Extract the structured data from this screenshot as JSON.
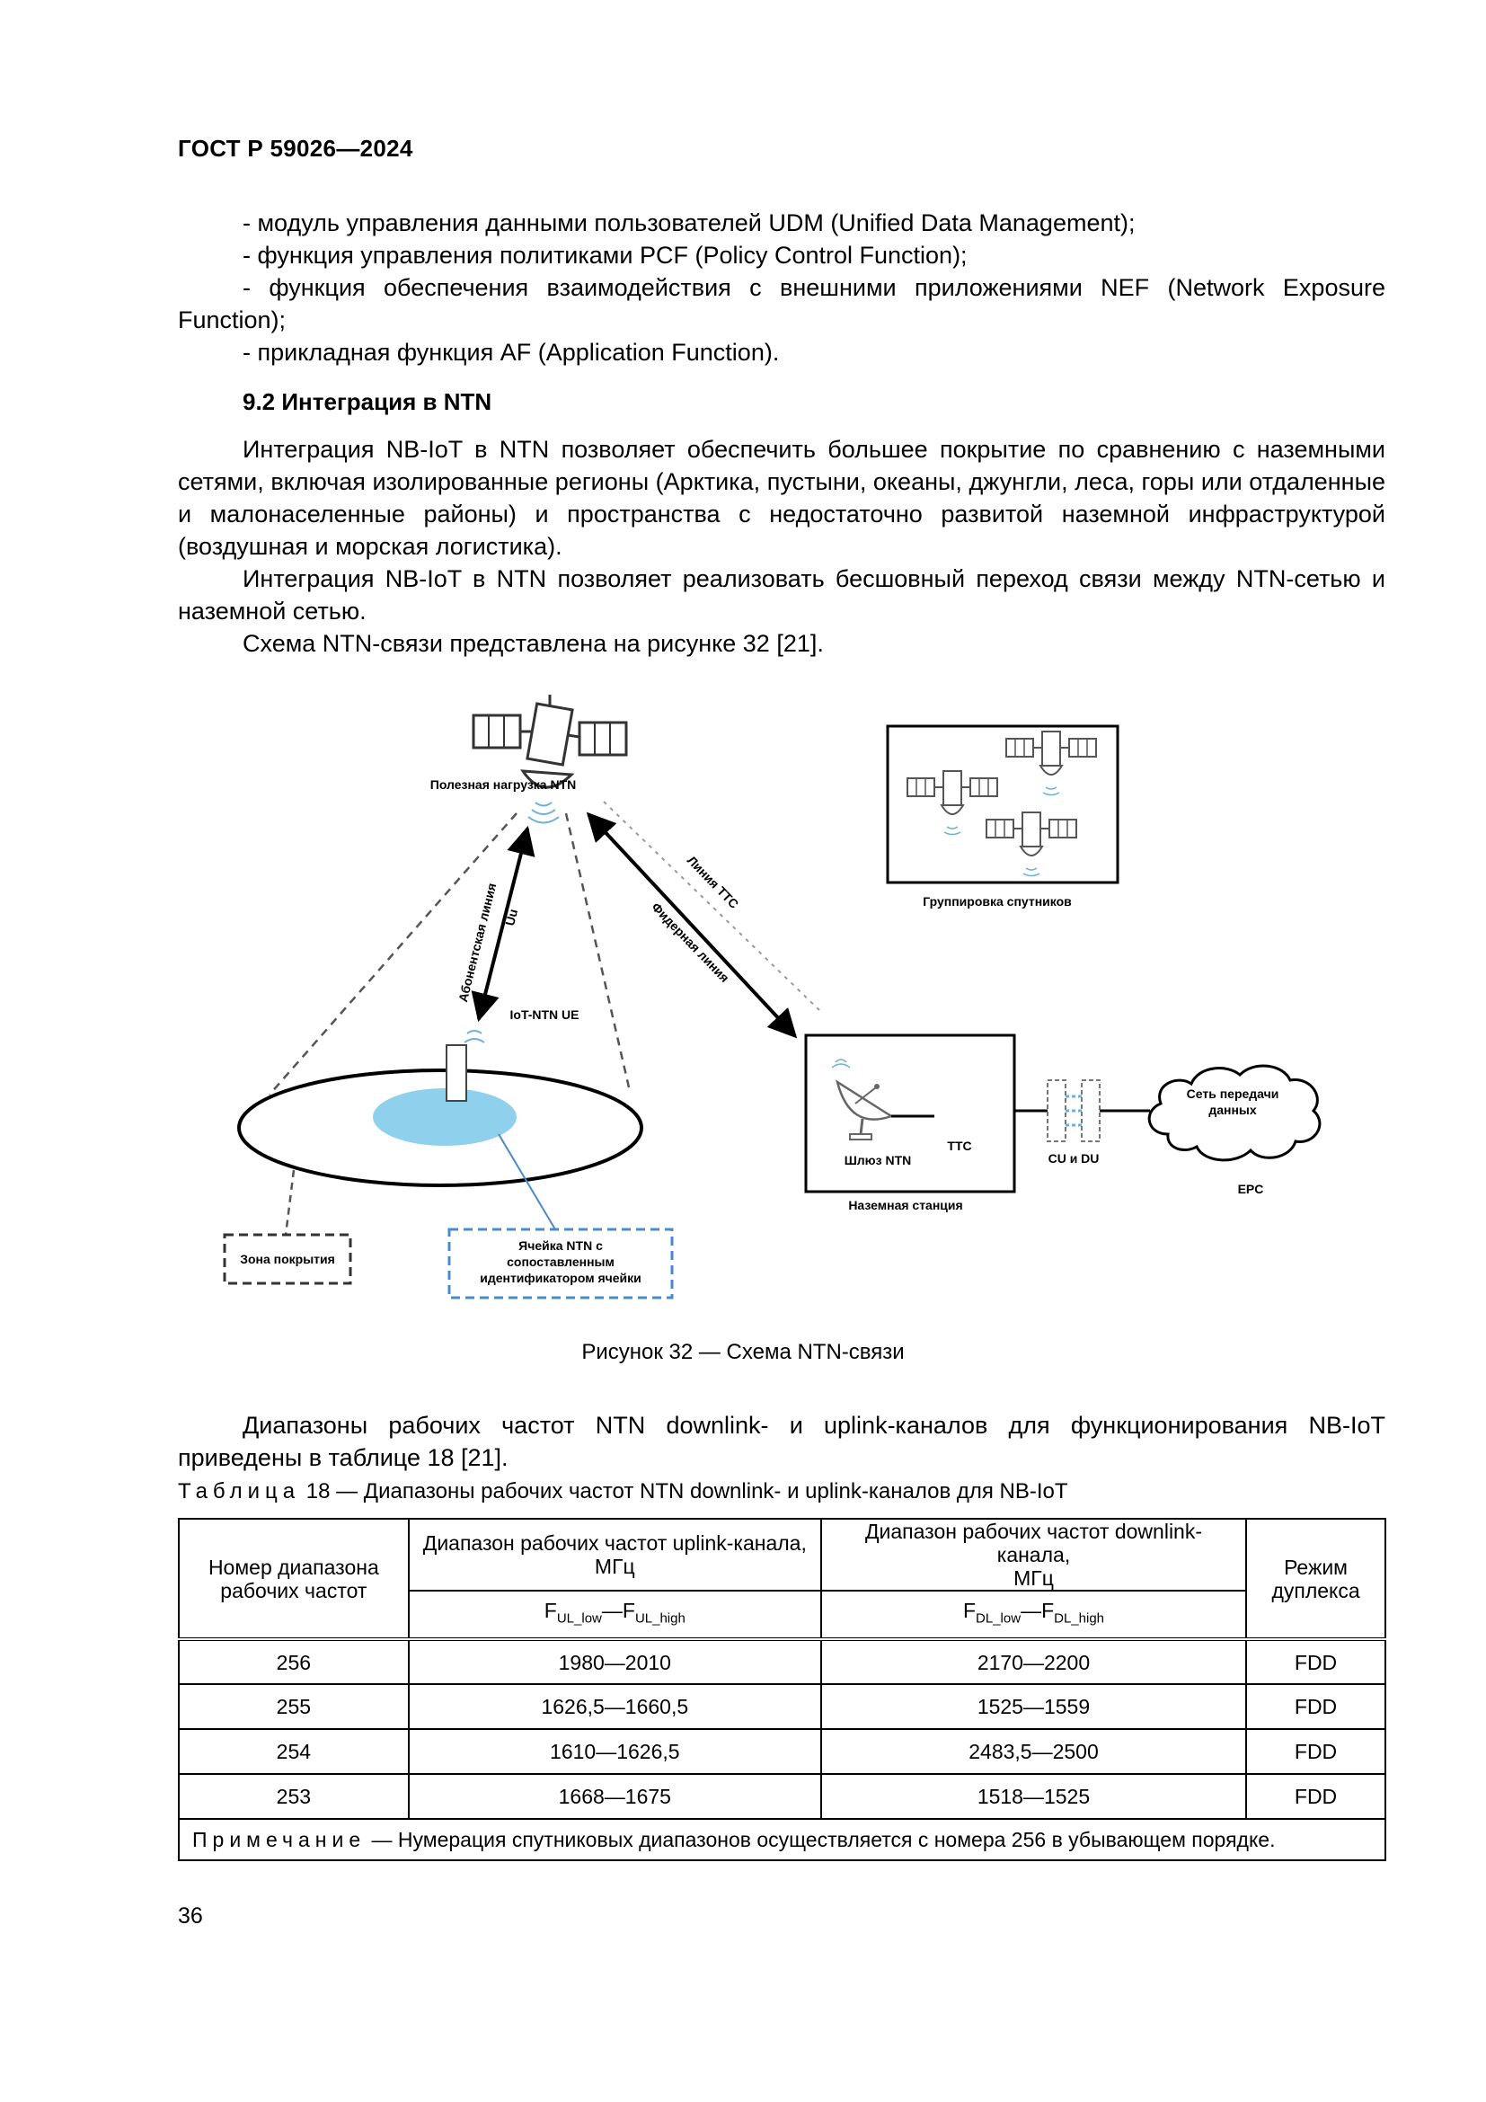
{
  "header": {
    "doc_code": "ГОСТ Р 59026—2024"
  },
  "list_items": [
    "- модуль управления данными пользователей UDM (Unified Data Management);",
    "- функция управления политиками PCF (Policy Control Function);",
    "- функция обеспечения взаимодействия с внешними приложениями NEF (Network Exposure Function);",
    "- прикладная функция AF (Application Function)."
  ],
  "section": {
    "title": "9.2 Интеграция в NTN"
  },
  "paragraphs": [
    "Интеграция NB-IoT в NTN позволяет обеспечить большее покрытие по сравнению с наземными сетями, включая изолированные регионы (Арктика, пустыни, океаны, джунгли, леса, горы или отдаленные и малонаселенные районы) и пространства с недостаточно развитой наземной инфраструктурой (воздушная и морская логистика).",
    "Интеграция NB-IoT в NTN позволяет реализовать бесшовный переход связи между NTN-сетью и наземной сетью.",
    "Схема NTN-связи представлена на рисунке 32 [21]."
  ],
  "figure": {
    "labels": {
      "payload": "Полезная нагрузка NTN",
      "access_link": "Абонентская линия",
      "uu": "Uu",
      "ttc_link": "Линия TTC",
      "feeder_link": "Фидерная линия",
      "ue": "IoT-NTN UE",
      "constellation": "Группировка спутников",
      "gateway": "Шлюз NTN",
      "ttc": "TTC",
      "ground_station": "Наземная станция",
      "cu_du": "CU и DU",
      "network_line1": "Сеть передачи",
      "network_line2": "данных",
      "epc": "EPC",
      "coverage": "Зона покрытия",
      "cell_line1": "Ячейка NTN с",
      "cell_line2": "сопоставленным",
      "cell_line3": "идентификатором ячейки"
    },
    "caption": "Рисунок 32 — Схема NTN-связи"
  },
  "paragraph_after": "Диапазоны рабочих частот NTN downlink- и uplink-каналов для функционирования NB-IoT приведены в таблице 18 [21].",
  "table": {
    "caption_prefix": "Таблица",
    "caption_rest": " 18 — Диапазоны рабочих частот NTN downlink- и uplink-каналов для NB-IoT",
    "headers": {
      "col1_line1": "Номер диапазона",
      "col1_line2": "рабочих частот",
      "col2_line1": "Диапазон рабочих частот uplink-канала,",
      "col2_line2": "МГц",
      "col3_line1": "Диапазон рабочих частот downlink-канала,",
      "col3_line2": "МГц",
      "col4_line1": "Режим",
      "col4_line2": "дуплекса"
    },
    "sub_headers": {
      "ul": {
        "f1": "F",
        "s1": "UL_low",
        "dash": "—",
        "f2": "F",
        "s2": "UL_high"
      },
      "dl": {
        "f1": "F",
        "s1": "DL_low",
        "dash": "—",
        "f2": "F",
        "s2": "DL_high"
      }
    },
    "rows": [
      [
        "256",
        "1980—2010",
        "2170—2200",
        "FDD"
      ],
      [
        "255",
        "1626,5—1660,5",
        "1525—1559",
        "FDD"
      ],
      [
        "254",
        "1610—1626,5",
        "2483,5—2500",
        "FDD"
      ],
      [
        "253",
        "1668—1675",
        "1518—1525",
        "FDD"
      ]
    ],
    "note_prefix": "Примечание",
    "note_rest": " — Нумерация спутниковых диапазонов осуществляется с номера 256 в убывающем порядке."
  },
  "page_number": "36"
}
